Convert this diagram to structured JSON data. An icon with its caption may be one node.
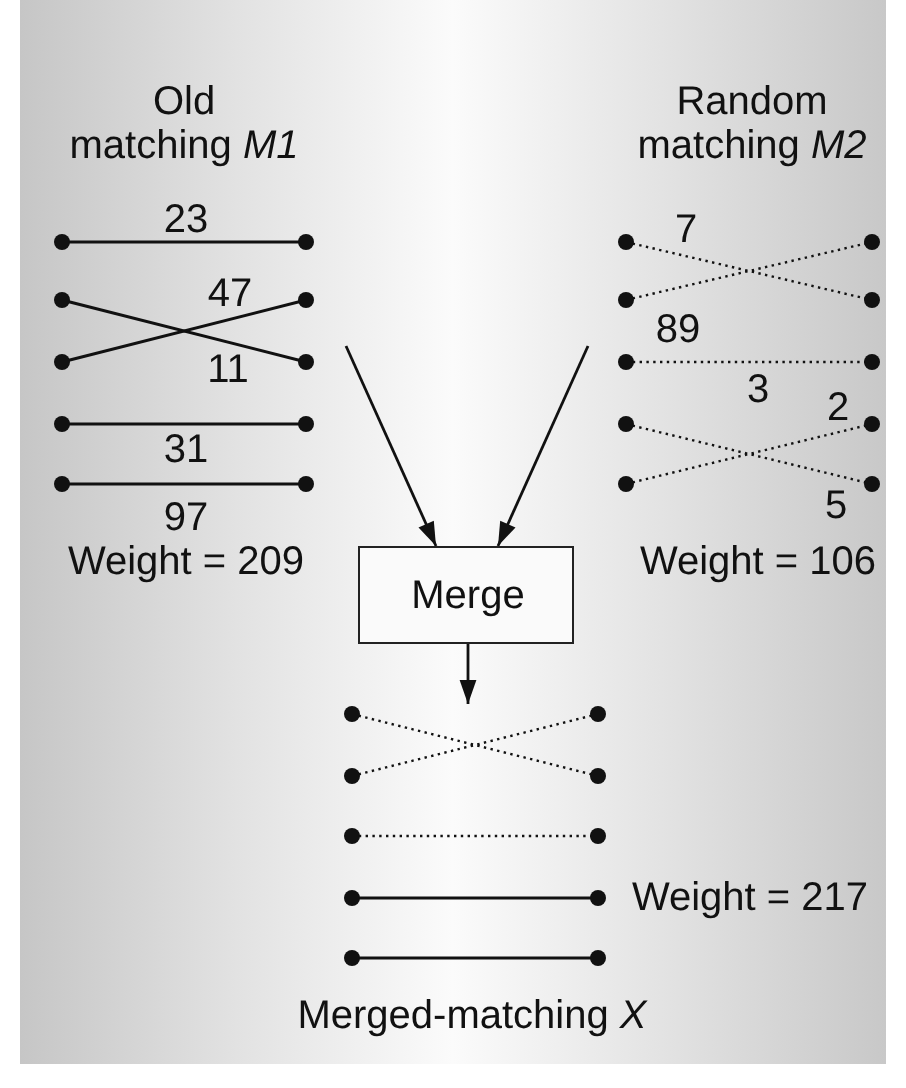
{
  "diagram": {
    "nodes": [
      {
        "text": [
          "Old matching *M1*"
        ]
      },
      {
        "text": [
          "Random matching *M2*"
        ]
      },
      {
        "text": [
          "Merge"
        ]
      },
      {
        "text": [
          "Merged-matching *X*"
        ],
        "beside": [
          "Weight = 217"
        ]
      }
    ],
    "edges": [
      {
        "from": 0,
        "to": 2,
        "arrow": "to"
      },
      {
        "from": 1,
        "to": 2,
        "arrow": "to"
      },
      {
        "from": 2,
        "to": 3,
        "arrow": "to"
      }
    ],
    "labels": [
      "23",
      "7",
      "47",
      "11",
      "89",
      "3",
      "2",
      "31",
      "5",
      "97",
      "Weight = 209",
      "Weight = 106"
    ]
  }
}
